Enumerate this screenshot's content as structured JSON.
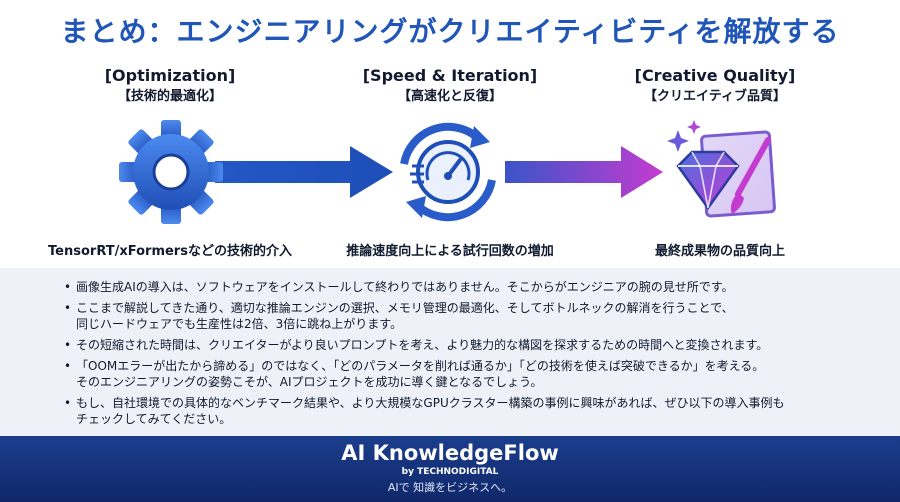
{
  "title": "まとめ：エンジニアリングがクリエイティビティを解放する",
  "stages": [
    {
      "heading_en": "[Optimization]",
      "heading_jp": "【技術的最適化】",
      "caption": "TensorRT/xFormersなどの技術的介入",
      "icon": "gear-icon"
    },
    {
      "heading_en": "[Speed & Iteration]",
      "heading_jp": "【高速化と反復】",
      "caption": "推論速度向上による試行回数の増加",
      "icon": "speed-cycle-icon"
    },
    {
      "heading_en": "[Creative Quality]",
      "heading_jp": "【クリエイティブ品質】",
      "caption": "最終成果物の品質向上",
      "icon": "diamond-brush-icon"
    }
  ],
  "notes": [
    {
      "lines": [
        "画像生成AIの導入は、ソフトウェアをインストールして終わりではありません。そこからがエンジニアの腕の見せ所です。"
      ]
    },
    {
      "lines": [
        "ここまで解説してきた通り、適切な推論エンジンの選択、メモリ管理の最適化、そしてボトルネックの解消を行うことで、",
        "同じハードウェアでも生産性は2倍、3倍に跳ね上がります。"
      ]
    },
    {
      "lines": [
        "その短縮された時間は、クリエイターがより良いプロンプトを考え、より魅力的な構図を探求するための時間へと変換されます。"
      ]
    },
    {
      "lines": [
        "「OOMエラーが出たから諦める」のではなく、「どのパラメータを削れば通るか」「どの技術を使えば突破できるか」を考える。",
        "そのエンジニアリングの姿勢こそが、AIプロジェクトを成功に導く鍵となるでしょう。"
      ]
    },
    {
      "lines": [
        "もし、自社環境での具体的なベンチマーク結果や、より大規模なGPUクラスター構築の事例に興味があれば、ぜひ以下の導入事例も",
        "チェックしてみてください。"
      ]
    }
  ],
  "footer": {
    "brand": "AI KnowledgeFlow",
    "by": "by TECHNODIGITAL",
    "tagline": "AIで 知識をビジネスへ。"
  },
  "colors": {
    "title": "#1f56b8",
    "gear": "#2f6bd8",
    "arrow_start": "#2457c5",
    "arrow_end": "#c43bd0",
    "footer_bg": "#15307a"
  }
}
